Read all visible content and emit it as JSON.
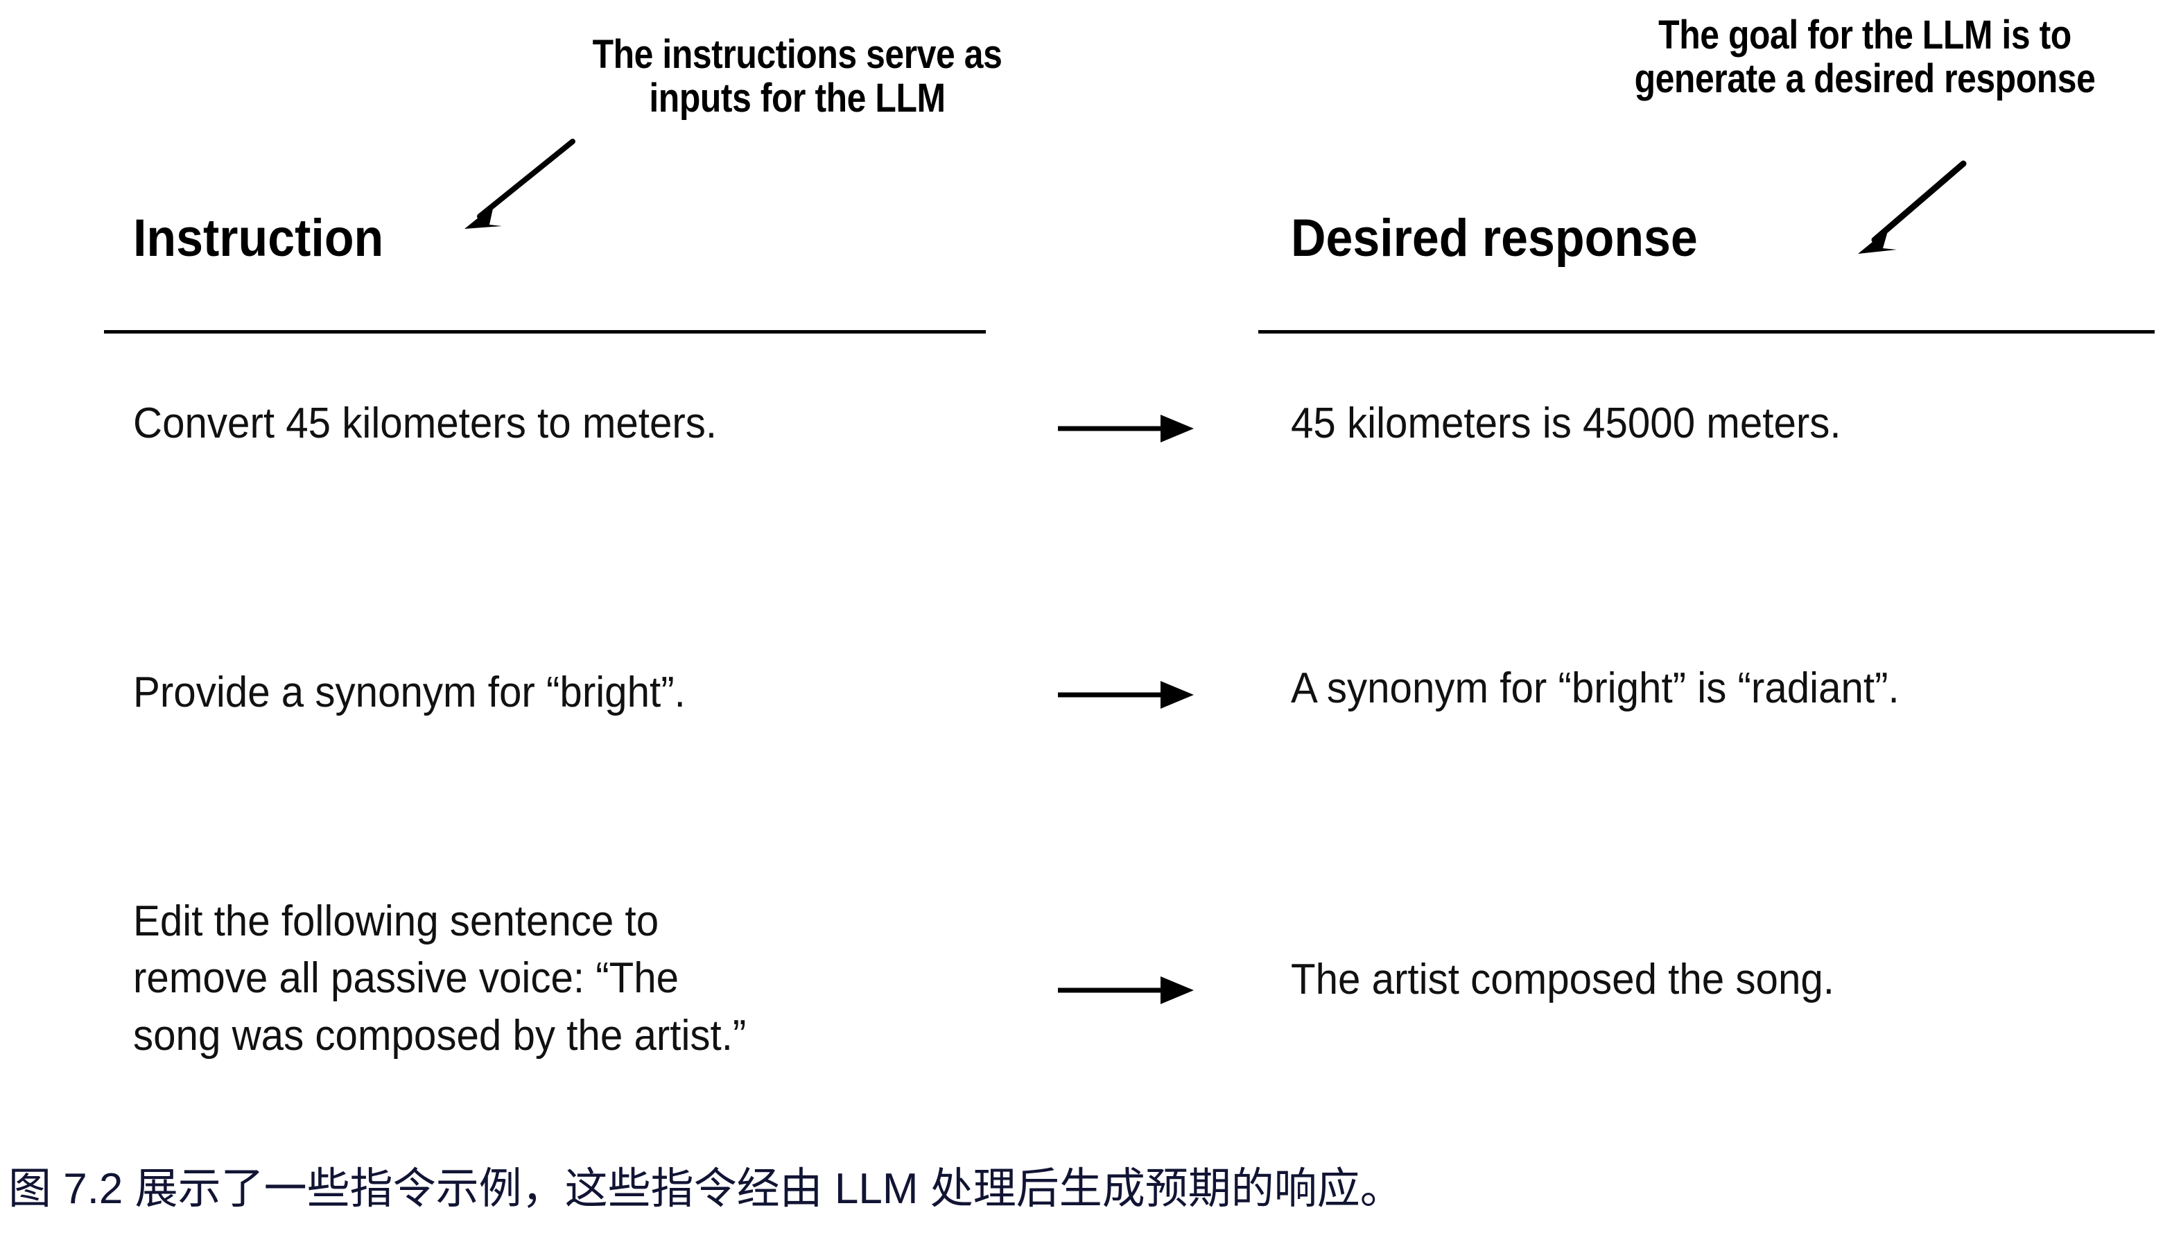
{
  "figure": {
    "callouts": {
      "instruction": "The instructions serve as\ninputs for the LLM",
      "response": "The goal for the LLM is to\ngenerate a desired response"
    },
    "columns": {
      "left_header": "Instruction",
      "right_header": "Desired response"
    },
    "rows": [
      {
        "instruction": "Convert 45 kilometers to meters.",
        "response": "45 kilometers is 45000 meters."
      },
      {
        "instruction": "Provide a synonym for “bright”.",
        "response": "A synonym for “bright” is “radiant”."
      },
      {
        "instruction": "Edit the following sentence to\nremove all passive voice: “The\nsong was composed by the artist.”",
        "response": "The artist composed the song."
      }
    ],
    "caption": "图 7.2 展示了一些指令示例，这些指令经由 LLM 处理后生成预期的响应。",
    "colors": {
      "background": "#ffffff",
      "ink": "#000000",
      "body_ink": "#111111",
      "caption_ink": "#111433"
    },
    "icons": {
      "map_arrow": "arrow-right-icon",
      "callout_arrow": "arrow-diagonal-down-left-icon"
    }
  }
}
